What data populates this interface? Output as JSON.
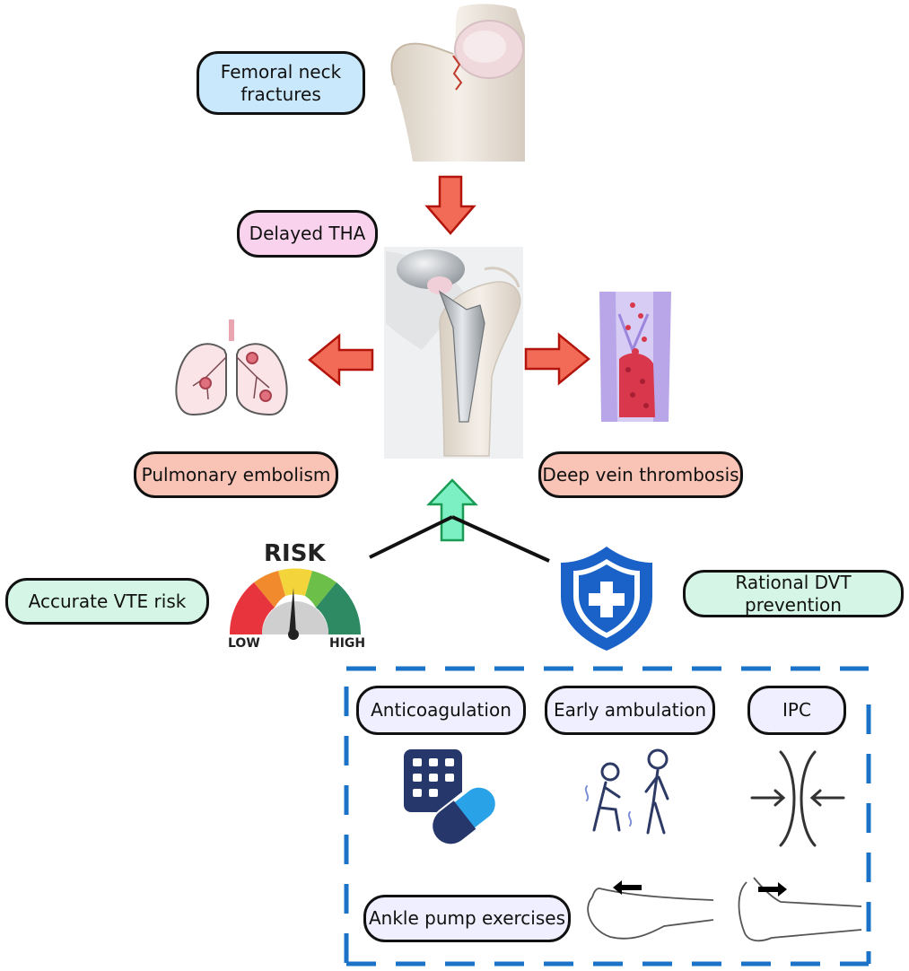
{
  "labels": {
    "femoral": "Femoral neck fractures",
    "delayed_tha": "Delayed THA",
    "pe": "Pulmonary embolism",
    "dvt": "Deep vein thrombosis",
    "vte_risk": "Accurate VTE risk",
    "rational": "Rational DVT prevention"
  },
  "gauge": {
    "title": "RISK",
    "low": "LOW",
    "high": "HIGH"
  },
  "prevention": {
    "anticoag": "Anticoagulation",
    "ambulation": "Early ambulation",
    "ipc": "IPC",
    "ankle": "Ankle pump exercises"
  },
  "colors": {
    "arrow_red": "#f26b57",
    "arrow_red_stroke": "#b3140c",
    "arrow_green": "#7cf0c2",
    "arrow_green_stroke": "#1b9c55",
    "shield_blue": "#1b62c8",
    "dashed_border": "#1a73c9"
  },
  "icons": [
    "femur-fracture-illustration",
    "hip-prosthesis-illustration",
    "lungs-icon",
    "vein-clot-icon",
    "risk-gauge-icon",
    "medical-shield-icon",
    "pills-icon",
    "walking-people-icon",
    "compression-icon",
    "ankle-flex-illustration"
  ]
}
